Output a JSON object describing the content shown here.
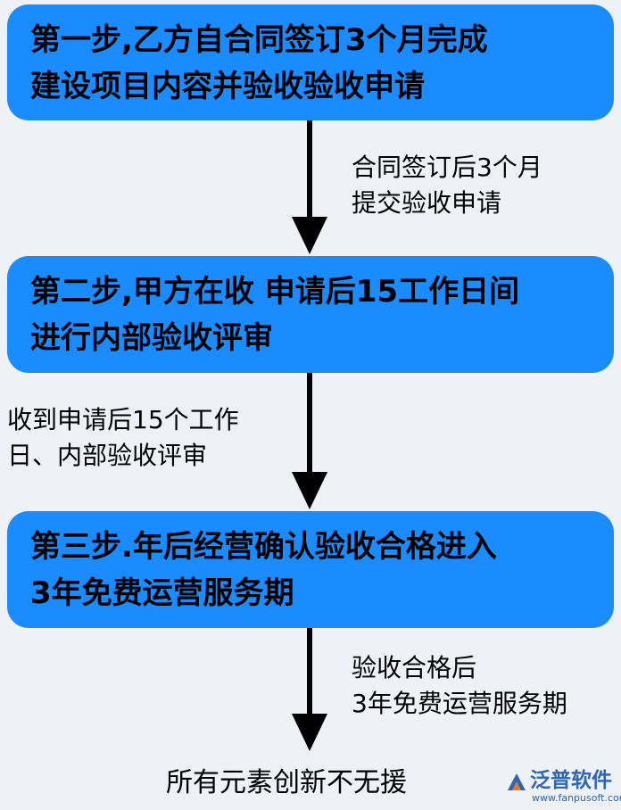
{
  "steps": [
    {
      "line1": "第一步,乙方自合同签订3个月完成",
      "line2": "建设项目内容并验收验收申请"
    },
    {
      "line1": "第二步,甲方在收 申请后15工作日间",
      "line2": "进行内部验收评审"
    },
    {
      "line1": "第三步.年后经营确认验收合格进入",
      "line2": "3年免费运营服务期"
    }
  ],
  "notes": [
    {
      "line1": "合同签订后3个月",
      "line2": "提交验收申请"
    },
    {
      "line1": "收到申请后15个工作",
      "line2": "日、内部验收评审"
    },
    {
      "line1": "验收合格后",
      "line2": "3年免费运营服务期"
    }
  ],
  "footer": "所有元素创新不无援",
  "logo": {
    "brand": "泛普软件",
    "domain": "www.fanpusoft.com"
  },
  "colors": {
    "box": "#1a8cff",
    "background": "#eef1f5",
    "logo": "#2d66b5"
  }
}
